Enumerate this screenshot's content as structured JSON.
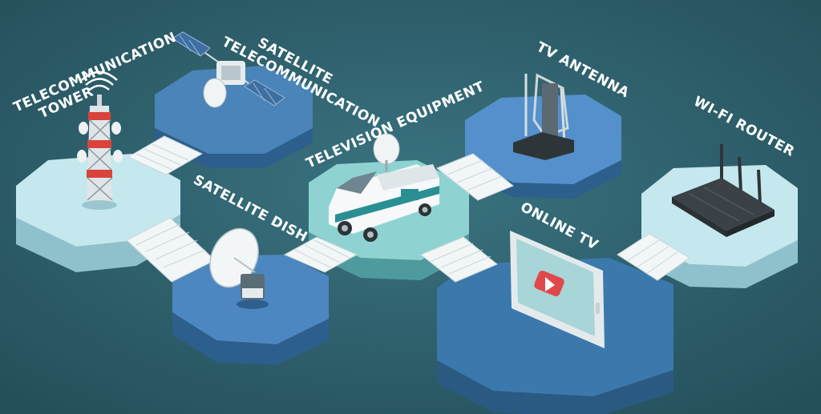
{
  "colors": {
    "background": "#2f5f6b",
    "platform_light": "#bfe6ec",
    "platform_mid_blue": "#4e86c4",
    "platform_dark_blue": "#3c78ad",
    "platform_teal": "#8ad1d0",
    "stairs": "#f4f7f8",
    "label_text": "#ffffff"
  },
  "labels": {
    "telecom_tower": [
      "TELECOMMUNICATION",
      "TOWER"
    ],
    "satellite_telecom": [
      "SATELLITE",
      "TELECOMMUNICATION"
    ],
    "television_equipment": "TELEVISION EQUIPMENT",
    "satellite_dish": "SATELLITE DISH",
    "tv_antenna": "TV ANTENNA",
    "online_tv": "ONLINE TV",
    "wifi_router": "WI-FI ROUTER"
  },
  "icons": {
    "telecom_tower": "radio-tower-icon",
    "satellite": "satellite-icon",
    "tv_van": "tv-van-icon",
    "satellite_dish": "satellite-dish-icon",
    "tv_antenna": "tv-antenna-icon",
    "online_tv": "tablet-play-icon",
    "wifi_router": "wifi-router-icon"
  }
}
